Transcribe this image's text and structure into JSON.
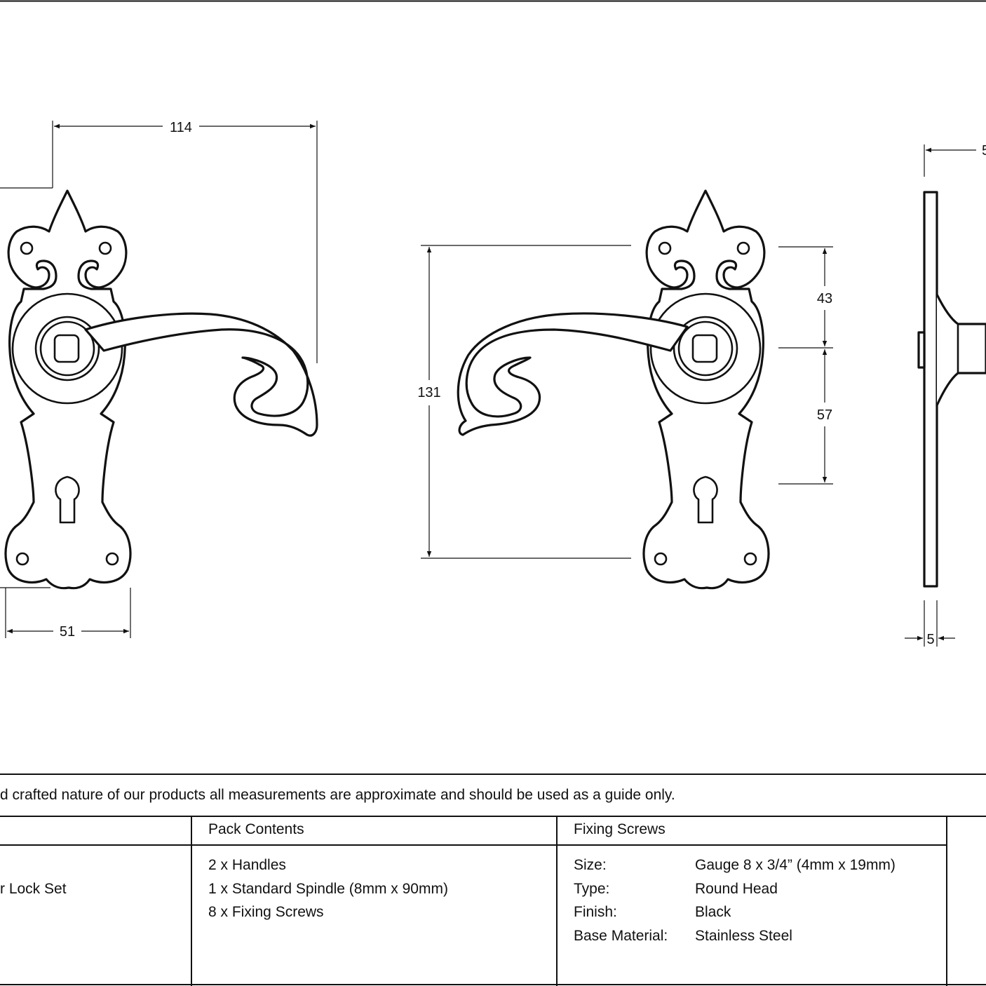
{
  "dimensions": {
    "width_top": "114",
    "width_base": "51",
    "height_total": "131",
    "upper_to_spindle": "43",
    "spindle_to_keyhole": "57",
    "projection_partial": "5",
    "plate_thickness": "5"
  },
  "disclaimer": "d crafted nature of our products all measurements are approximate and should be used as a guide only.",
  "table": {
    "col1_value": "r Lock Set",
    "pack_contents": {
      "header": "Pack Contents",
      "items": [
        "2 x Handles",
        "1 x Standard Spindle (8mm x 90mm)",
        "8 x Fixing Screws"
      ]
    },
    "fixing_screws": {
      "header": "Fixing Screws",
      "rows": [
        {
          "label": "Size:",
          "value": "Gauge 8 x 3/4” (4mm x 19mm)"
        },
        {
          "label": "Type:",
          "value": "Round Head"
        },
        {
          "label": "Finish:",
          "value": "Black"
        },
        {
          "label": "Base Material:",
          "value": "Stainless Steel"
        }
      ]
    }
  }
}
